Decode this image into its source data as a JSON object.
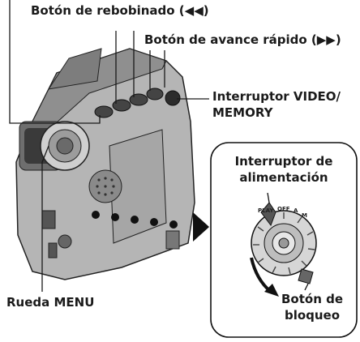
{
  "labels": {
    "rewind": "Botón de rebobinado (◀◀)",
    "fastforward": "Botón de avance rápido (▶▶)",
    "video_memory_1": "Interruptor VIDEO/",
    "video_memory_2": "MEMORY",
    "power_1": "Interruptor de",
    "power_2": "alimentación",
    "menu_wheel": "Rueda MENU",
    "lock_1": "Botón de",
    "lock_2": "bloqueo"
  },
  "dial_marks": {
    "play": "PLAY",
    "off": "OFF",
    "auto": "A",
    "manual": "M"
  },
  "colors": {
    "ink": "#1a1a1a",
    "body": "#9a9a9a",
    "dark": "#3a3a3a"
  }
}
